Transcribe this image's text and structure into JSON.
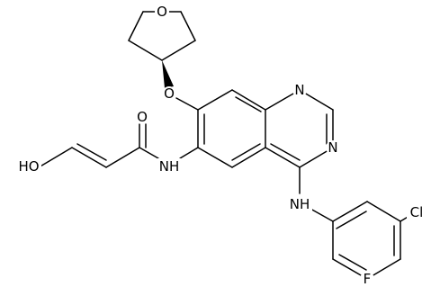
{
  "molecule": {
    "atom_labels": {
      "o_amide": "O",
      "o_ether": "O",
      "o_ring": "O",
      "oh": "HO",
      "nh_amide": "NH",
      "n_top": "N",
      "n_mid": "N",
      "nh_aniline": "NH",
      "cl": "Cl",
      "f": "F"
    },
    "stereo": "wedge-bond"
  }
}
